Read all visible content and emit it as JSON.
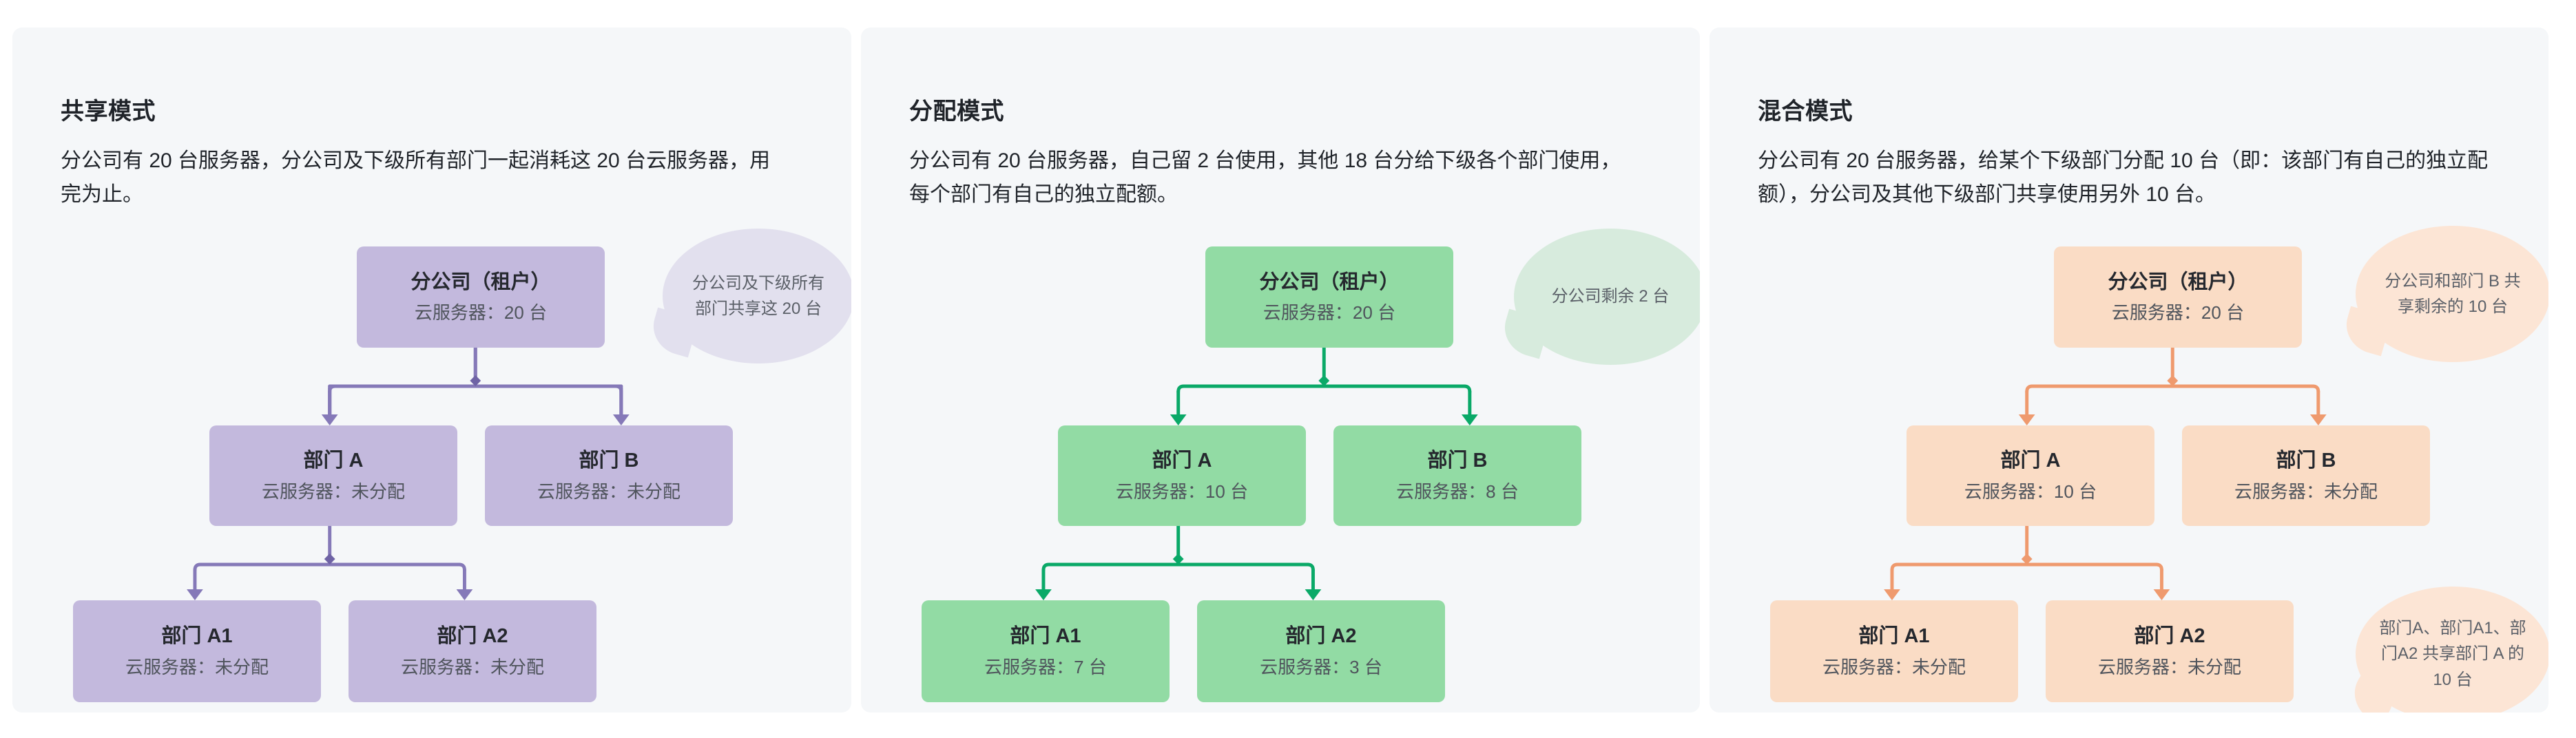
{
  "meta": {
    "background": "#ffffff",
    "panel_background": "#f5f7f9"
  },
  "panels": [
    {
      "id": "shared-mode",
      "title": "共享模式",
      "description": "分公司有 20 台服务器，分公司及下级所有部门一起消耗这 20 台云服务器，用完为止。",
      "accent": {
        "node_fill": "#c3b9dd",
        "connector": "#8579b8",
        "bubble_fill": "#e2e0ee"
      },
      "nodes": {
        "root": {
          "title": "分公司（租户）",
          "sub": "云服务器：20 台"
        },
        "dept_a": {
          "title": "部门 A",
          "sub": "云服务器：未分配"
        },
        "dept_b": {
          "title": "部门 B",
          "sub": "云服务器：未分配"
        },
        "dept_a1": {
          "title": "部门 A1",
          "sub": "云服务器：未分配"
        },
        "dept_a2": {
          "title": "部门 A2",
          "sub": "云服务器：未分配"
        }
      },
      "bubbles": {
        "root": "分公司及下级所有部门共享这 20 台",
        "low": ""
      }
    },
    {
      "id": "allocation-mode",
      "title": "分配模式",
      "description": "分公司有 20 台服务器，自己留 2 台使用，其他 18 台分给下级各个部门使用，每个部门有自己的独立配额。",
      "accent": {
        "node_fill": "#92dba4",
        "connector": "#0aa968",
        "bubble_fill": "#d7ebdd"
      },
      "nodes": {
        "root": {
          "title": "分公司（租户）",
          "sub": "云服务器：20 台"
        },
        "dept_a": {
          "title": "部门 A",
          "sub": "云服务器：10 台"
        },
        "dept_b": {
          "title": "部门 B",
          "sub": "云服务器：8 台"
        },
        "dept_a1": {
          "title": "部门 A1",
          "sub": "云服务器：7 台"
        },
        "dept_a2": {
          "title": "部门 A2",
          "sub": "云服务器：3 台"
        }
      },
      "bubbles": {
        "root": "分公司剩余 2 台",
        "low": ""
      }
    },
    {
      "id": "hybrid-mode",
      "title": "混合模式",
      "description": "分公司有 20 台服务器，给某个下级部门分配 10 台（即：该部门有自己的独立配额），分公司及其他下级部门共享使用另外 10 台。",
      "accent": {
        "node_fill": "#fadcc5",
        "connector": "#ef9a6e",
        "bubble_fill": "#fce5d5"
      },
      "nodes": {
        "root": {
          "title": "分公司（租户）",
          "sub": "云服务器：20 台"
        },
        "dept_a": {
          "title": "部门 A",
          "sub": "云服务器：10 台"
        },
        "dept_b": {
          "title": "部门 B",
          "sub": "云服务器：未分配"
        },
        "dept_a1": {
          "title": "部门 A1",
          "sub": "云服务器：未分配"
        },
        "dept_a2": {
          "title": "部门 A2",
          "sub": "云服务器：未分配"
        }
      },
      "bubbles": {
        "root": "分公司和部门 B 共享剩余的 10 台",
        "low": "部门A、部门A1、部门A2 共享部门 A 的 10 台"
      }
    }
  ]
}
